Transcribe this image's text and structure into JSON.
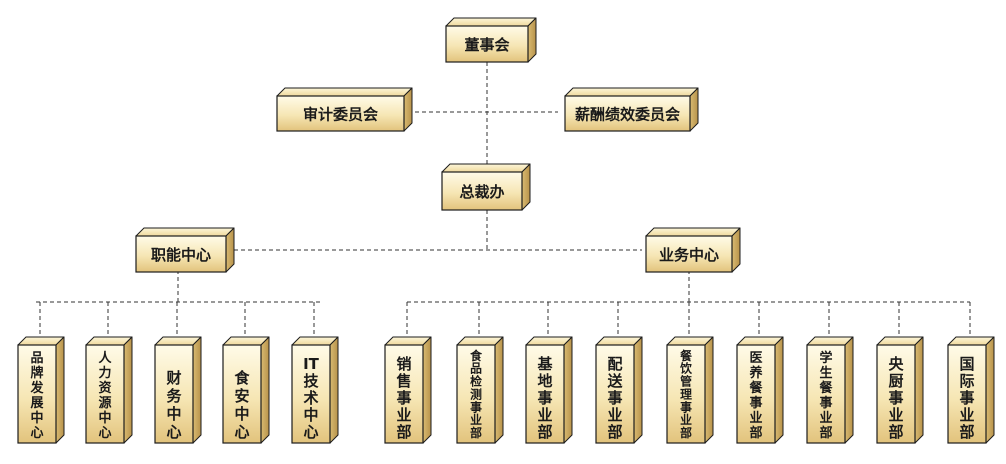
{
  "colors": {
    "face_light": "#fffbe8",
    "face_mid": "#f1dd9e",
    "face_dark": "#c9a65a",
    "edge": "#1c1c1c",
    "text": "#1a1a1a",
    "connector": "#333333"
  },
  "board": {
    "label": "董事会"
  },
  "audit_committee": {
    "label": "审计委员会"
  },
  "compensation_committee": {
    "label": "薪酬绩效委员会"
  },
  "president_office": {
    "label": "总裁办"
  },
  "functional_center": {
    "label": "职能中心",
    "units": [
      "品牌发展中心",
      "人力资源中心",
      "财务中心",
      "食安中心",
      "IT技术中心"
    ]
  },
  "business_center": {
    "label": "业务中心",
    "units": [
      "销售事业部",
      "食品检测事业部",
      "基地事业部",
      "配送事业部",
      "餐饮管理事业部",
      "医养餐事业部",
      "学生餐事业部",
      "央厨事业部",
      "国际事业部"
    ]
  }
}
